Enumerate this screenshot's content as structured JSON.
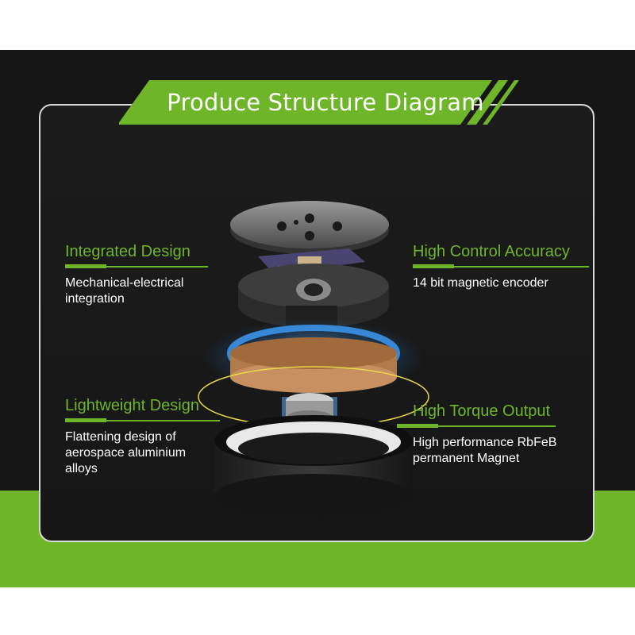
{
  "title": "Produce Structure Diagram",
  "colors": {
    "accent": "#6fb52a",
    "background": "#161616",
    "text": "#ffffff"
  },
  "features": {
    "integrated": {
      "title": "Integrated Design",
      "description": "Mechanical-electrical\nintegration"
    },
    "accuracy": {
      "title": "High Control Accuracy",
      "description": "14 bit magnetic encoder"
    },
    "lightweight": {
      "title": "Lightweight Design",
      "description": "Flattening design of\naerospace aluminium\nalloys"
    },
    "torque": {
      "title": "High Torque Output",
      "description": "High performance RbFeB\npermanent Magnet"
    }
  }
}
